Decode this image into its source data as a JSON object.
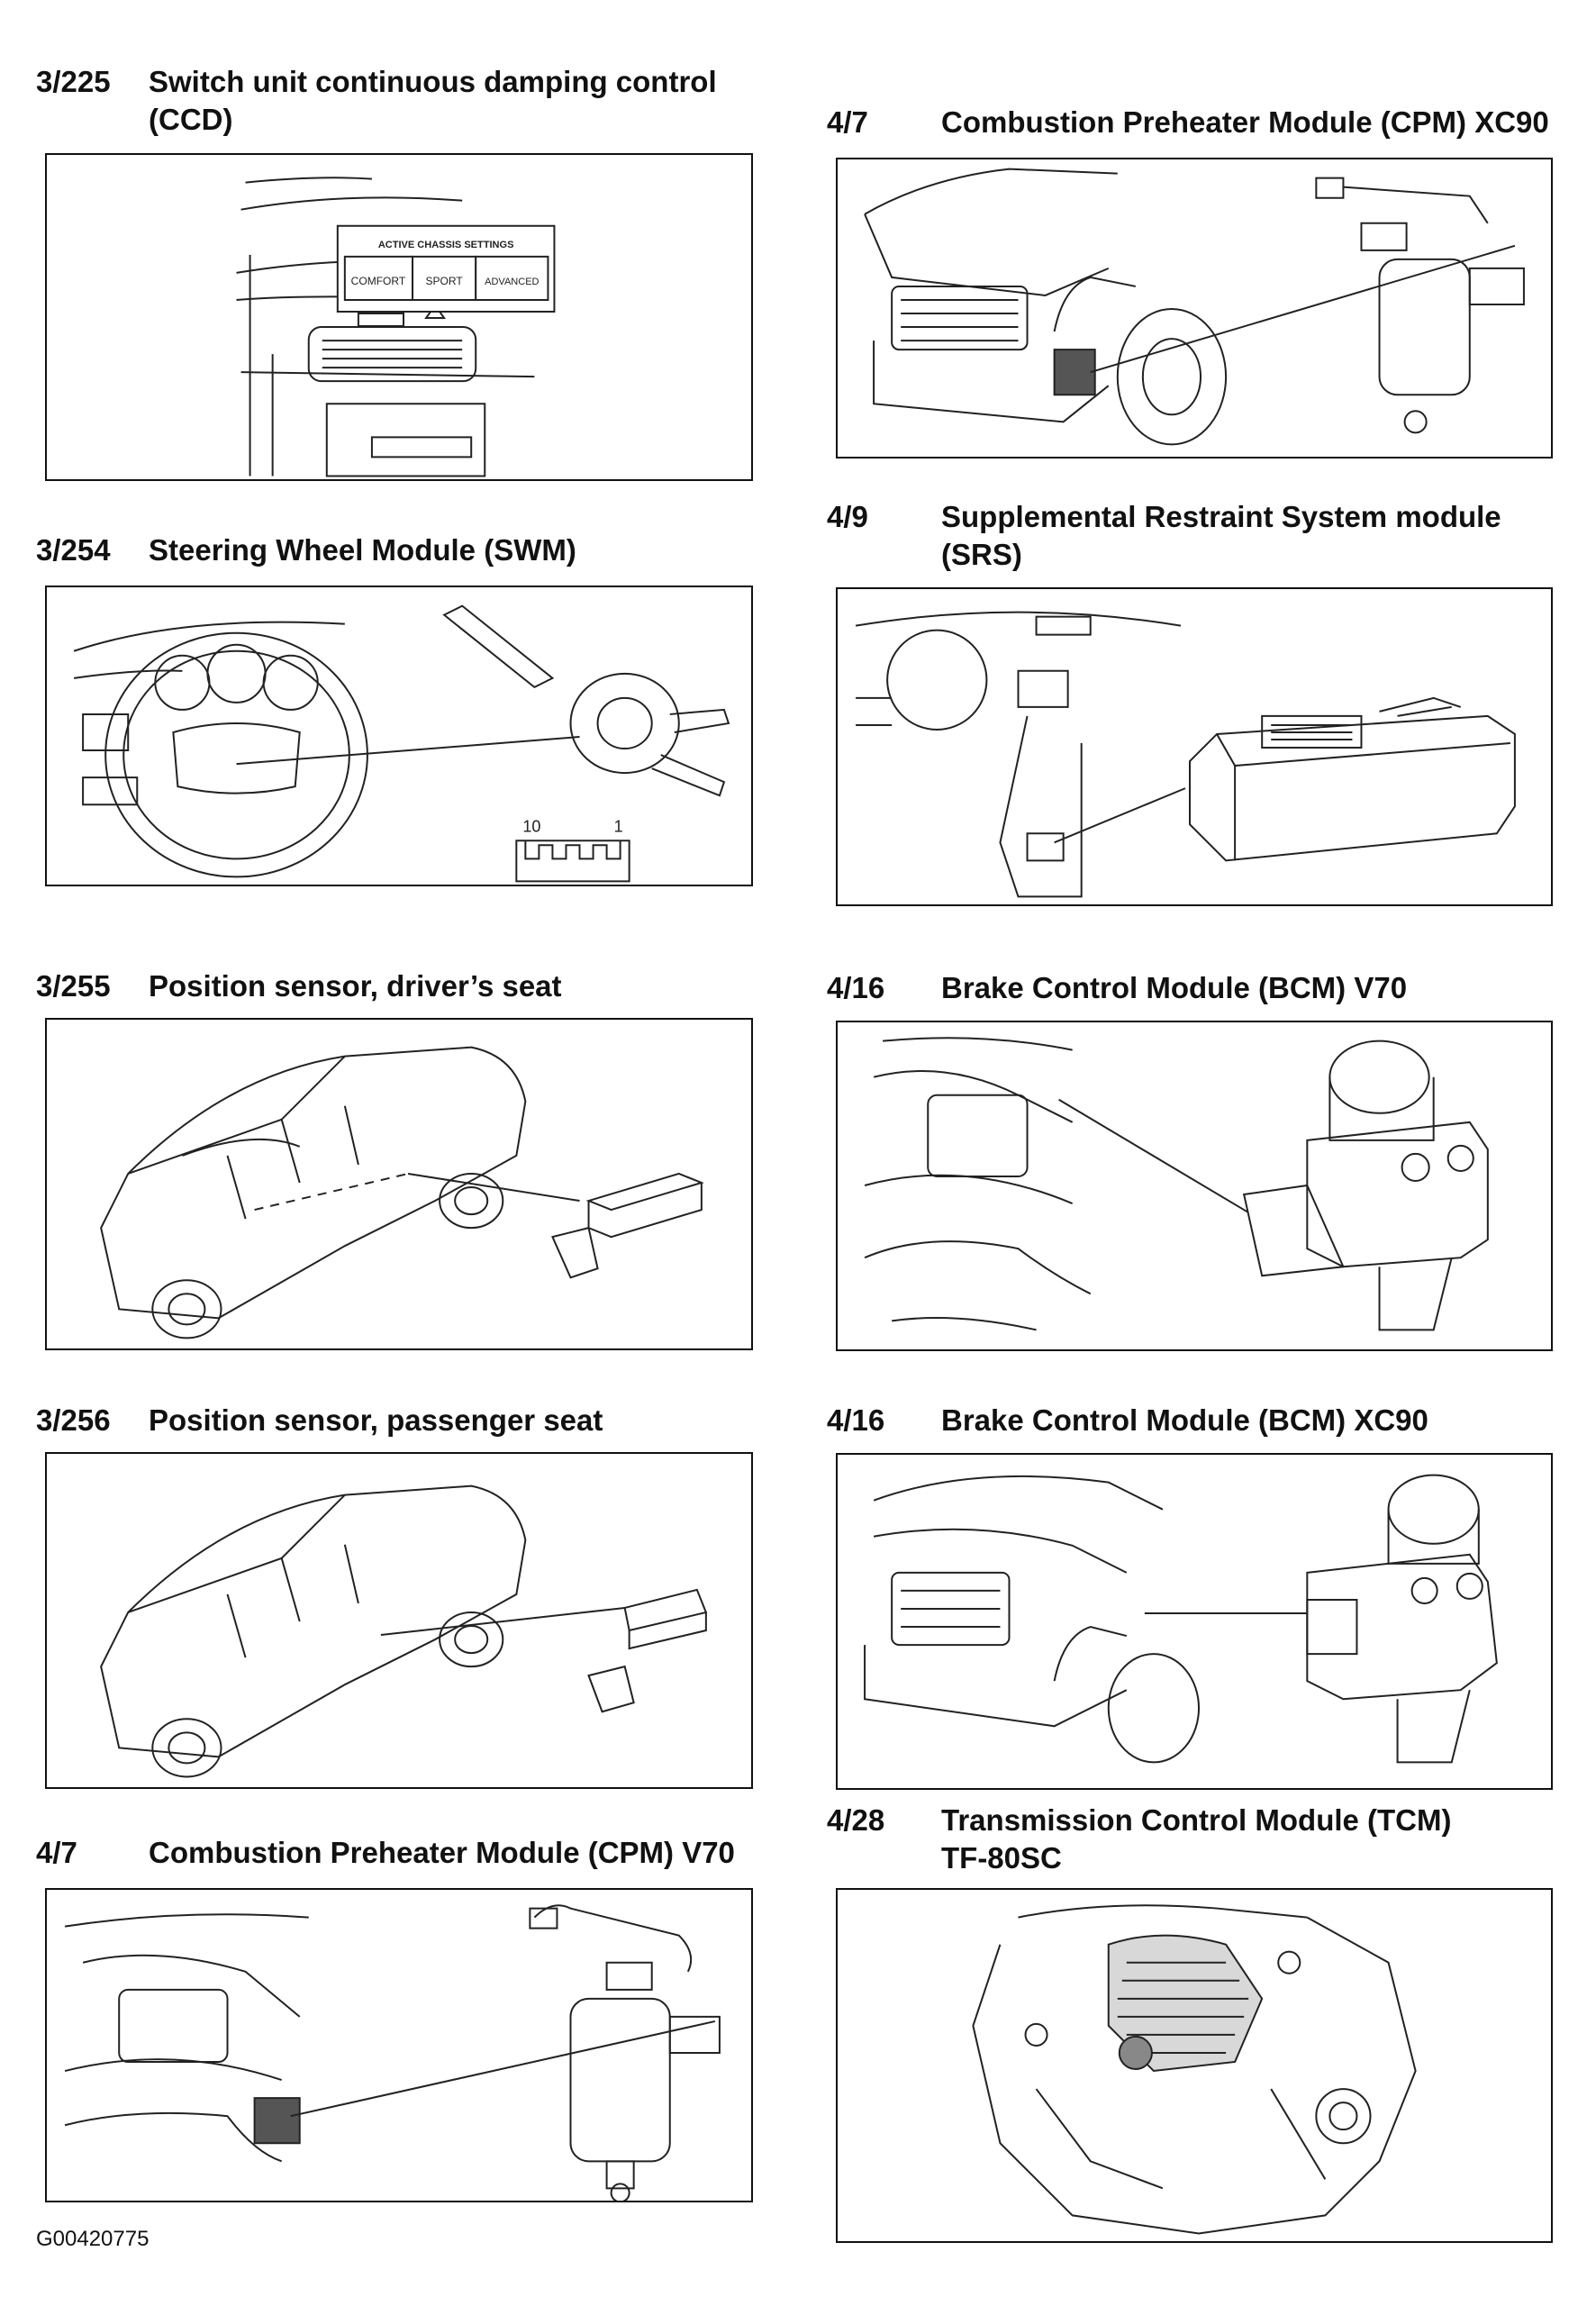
{
  "entries": [
    {
      "id": "3/225",
      "title_lines": [
        "Switch unit continuous damping control",
        "(CCD)"
      ],
      "labels": {
        "header": "ACTIVE CHASSIS SETTINGS",
        "btn1": "COMFORT",
        "btn2": "SPORT",
        "btn3": "ADVANCED"
      }
    },
    {
      "id": "3/254",
      "title_lines": [
        "Steering Wheel Module (SWM)"
      ],
      "labels": {
        "pin_left": "10",
        "pin_right": "1"
      }
    },
    {
      "id": "3/255",
      "title_lines": [
        "Position sensor, driver’s seat"
      ]
    },
    {
      "id": "3/256",
      "title_lines": [
        "Position sensor, passenger seat"
      ]
    },
    {
      "id": "4/7",
      "title_lines": [
        "Combustion Preheater Module (CPM) V70"
      ]
    },
    {
      "id": "4/7",
      "title_lines": [
        "Combustion Preheater Module (CPM) XC90"
      ]
    },
    {
      "id": "4/9",
      "title_lines": [
        "Supplemental Restraint System module",
        "(SRS)"
      ]
    },
    {
      "id": "4/16",
      "title_lines": [
        "Brake Control Module (BCM) V70"
      ]
    },
    {
      "id": "4/16",
      "title_lines": [
        "Brake Control Module (BCM) XC90"
      ]
    },
    {
      "id": "4/28",
      "title_lines": [
        "Transmission Control Module (TCM)",
        "TF-80SC"
      ]
    }
  ],
  "footer": "G00420775"
}
